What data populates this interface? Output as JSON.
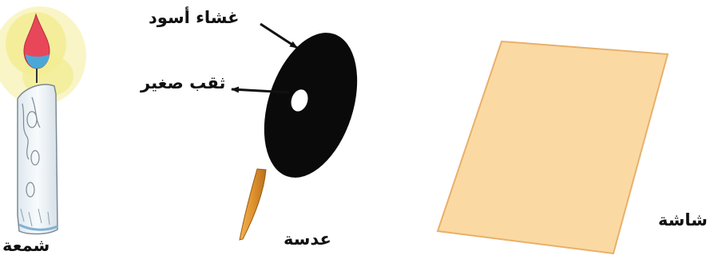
{
  "labels": {
    "black_film": "غشاء أسود",
    "small_hole": "ثقب صغير",
    "candle": "شمعة",
    "lens": "عدسة",
    "screen": "شاشة"
  },
  "colors": {
    "flame_glow": "#f5ef9a",
    "flame_outer": "#e8475a",
    "flame_inner": "#4aa8d8",
    "candle_body": "#eef3f6",
    "film": "#0a0a0a",
    "handle": "#e0932f",
    "screen_fill": "#fbd9a3",
    "screen_edge": "#e8b06a"
  }
}
